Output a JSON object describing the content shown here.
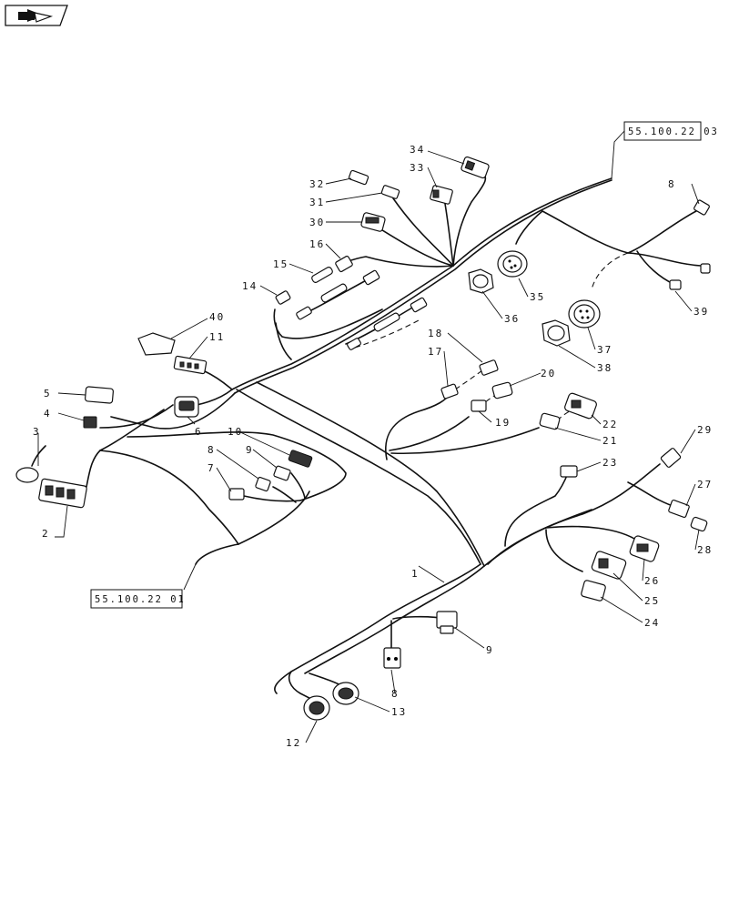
{
  "nav": {
    "icon": "arrow-right-icon"
  },
  "references": {
    "top": "55.100.22 03",
    "bottom": "55.100.22 01"
  },
  "callouts": [
    "1",
    "2",
    "3",
    "4",
    "5",
    "6",
    "7",
    "8",
    "9",
    "10",
    "11",
    "12",
    "13",
    "14",
    "15",
    "16",
    "17",
    "18",
    "19",
    "20",
    "21",
    "22",
    "23",
    "24",
    "25",
    "26",
    "27",
    "28",
    "29",
    "30",
    "31",
    "32",
    "33",
    "34",
    "35",
    "36",
    "37",
    "38",
    "39",
    "40",
    "8",
    "9"
  ]
}
